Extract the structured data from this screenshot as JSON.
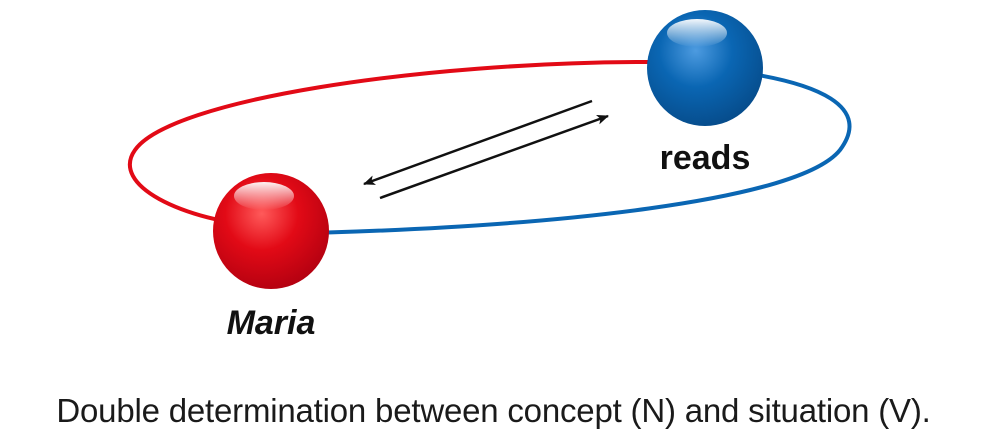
{
  "nodes": {
    "concept": {
      "label": "Maria",
      "color": "#e20a16"
    },
    "situation": {
      "label": "reads",
      "color": "#0a66b3"
    }
  },
  "caption": "Double determination between concept (N) and situation (V).",
  "colors": {
    "red": "#e20a16",
    "blue": "#0a66b3",
    "arrow": "#111111"
  }
}
